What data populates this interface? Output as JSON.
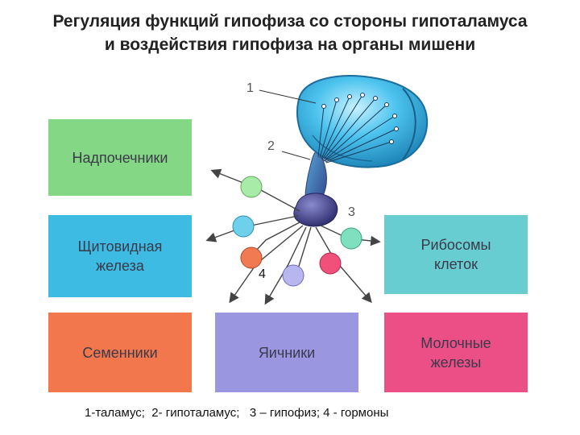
{
  "title": {
    "line1": "Регуляция функций гипофиза со стороны гипоталамуса",
    "line2": "и воздействия гипофиза на органы мишени"
  },
  "organs": {
    "adrenal": "Надпочечники",
    "thyroid_l1": "Щитовидная",
    "thyroid_l2": "железа",
    "testes": "Семенники",
    "ovaries": "Яичники",
    "ribosomes_l1": "Рибосомы",
    "ribosomes_l2": "клеток",
    "milk_l1": "Молочные",
    "milk_l2": "железы"
  },
  "labels": {
    "n1": "1",
    "n2": "2",
    "n3": "3",
    "n4": "4"
  },
  "legend": "1-таламус;  2- гипоталамус;   3 – гипофиз; 4 - гормоны",
  "colors": {
    "adrenal": "#84d784",
    "thyroid": "#3ebbe2",
    "testes": "#f3774d",
    "ovaries": "#9a97e0",
    "ribosomes": "#67cdd0",
    "milk": "#ec4f86",
    "thalamus": "#3fb6e0",
    "pituitary": "#3d3f8a",
    "hormone_green": "#a8eaa8",
    "hormone_blue": "#6fd0ec",
    "hormone_orange": "#f27a52",
    "hormone_purple": "#b8b6ee",
    "hormone_pink": "#f0507a",
    "hormone_teal": "#7fe0c0"
  }
}
